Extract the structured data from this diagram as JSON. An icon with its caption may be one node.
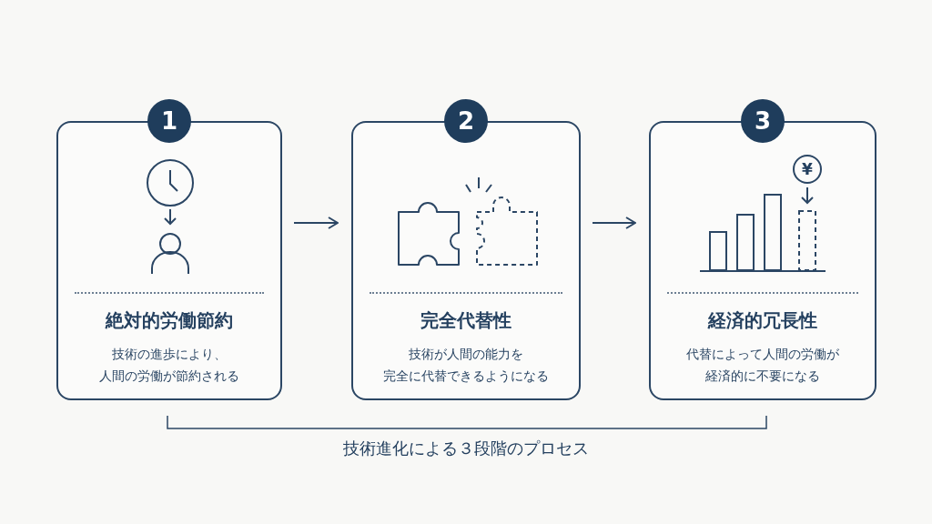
{
  "diagram": {
    "caption": "技術進化による３段階のプロセス",
    "nodes": [
      {
        "text": [
          "絶対的労働節約",
          "技術の進歩により、人間の労働が節約される"
        ]
      },
      {
        "text": [
          "完全代替性",
          "技術が人間の能力を完全に代替できるようになる"
        ]
      },
      {
        "text": [
          "経済的冗長性",
          "代替によって人間の労働が経済的に不要になる"
        ]
      },
      {
        "text": [
          "1"
        ]
      },
      {
        "text": [
          "2"
        ]
      },
      {
        "text": [
          "3"
        ]
      }
    ],
    "edges": [
      {
        "from": 0,
        "to": 1,
        "arrow": "to"
      },
      {
        "from": 1,
        "to": 2,
        "arrow": "to"
      }
    ],
    "labels": [
      "¥"
    ]
  }
}
